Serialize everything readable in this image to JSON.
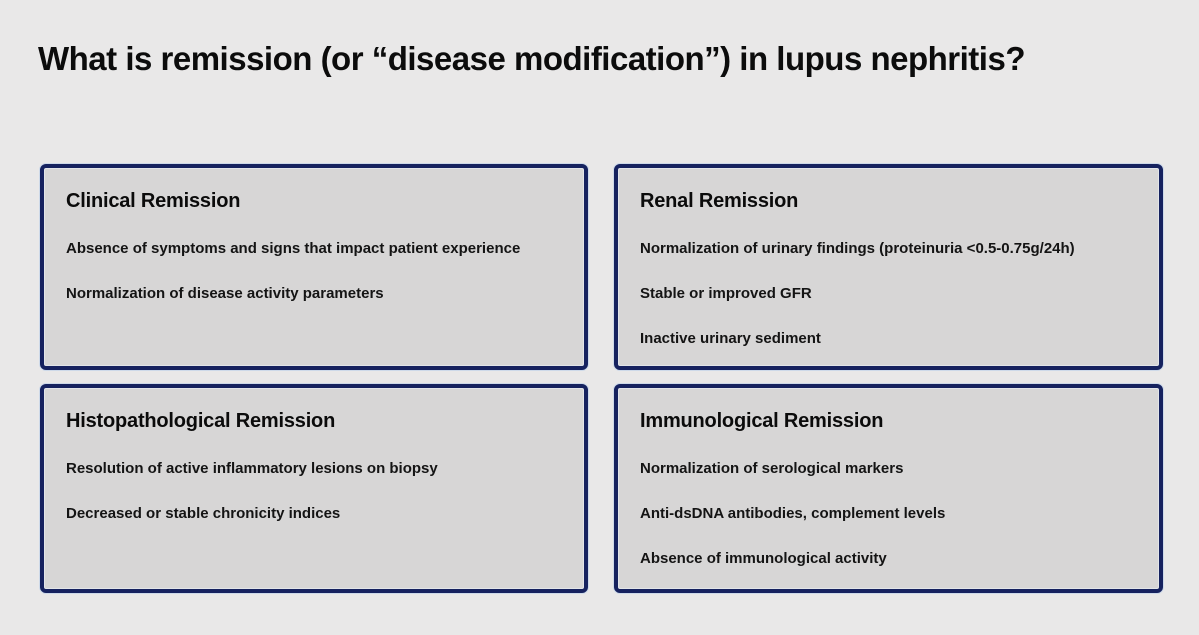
{
  "slide": {
    "title": "What is remission (or “disease modification”) in lupus nephritis?",
    "colors": {
      "page_bg": "#e9e8e8",
      "box_bg": "#d7d6d6",
      "box_border": "#16225f",
      "text": "#101010"
    },
    "boxes": [
      {
        "heading": "Clinical Remission",
        "items": [
          "Absence of symptoms and signs that impact patient experience",
          "Normalization of disease activity parameters"
        ]
      },
      {
        "heading": "Renal Remission",
        "items": [
          "Normalization of urinary findings (proteinuria <0.5-0.75g/24h)",
          "Stable or improved GFR",
          "Inactive urinary sediment"
        ]
      },
      {
        "heading": "Histopathological Remission",
        "items": [
          "Resolution of active inflammatory lesions on biopsy",
          "Decreased or stable chronicity indices"
        ]
      },
      {
        "heading": "Immunological Remission",
        "items": [
          "Normalization of serological markers",
          "Anti-dsDNA antibodies, complement levels",
          "Absence of immunological activity"
        ]
      }
    ]
  }
}
